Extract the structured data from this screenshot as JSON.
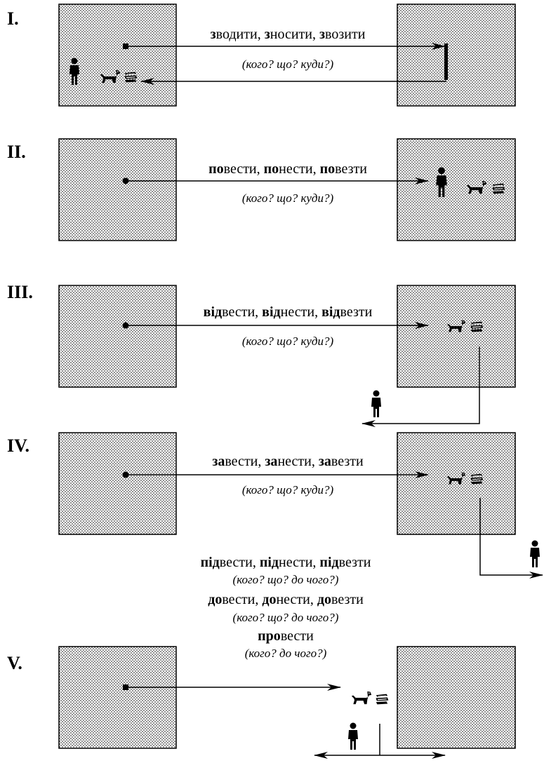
{
  "sections": [
    {
      "numeral": "I.",
      "verbs": [
        {
          "prefix": "з",
          "rest": "водити",
          "sep": ", "
        },
        {
          "prefix": "з",
          "rest": "носити",
          "sep": ", "
        },
        {
          "prefix": "з",
          "rest": "возити",
          "sep": ""
        }
      ],
      "question": "(кого? що? куди?)"
    },
    {
      "numeral": "II.",
      "verbs": [
        {
          "prefix": "по",
          "rest": "вести",
          "sep": ", "
        },
        {
          "prefix": "по",
          "rest": "нести",
          "sep": ", "
        },
        {
          "prefix": "по",
          "rest": "везти",
          "sep": ""
        }
      ],
      "question": "(кого? що? куди?)"
    },
    {
      "numeral": "III.",
      "verbs": [
        {
          "prefix": "від",
          "rest": "вести",
          "sep": ", "
        },
        {
          "prefix": "від",
          "rest": "нести",
          "sep": ", "
        },
        {
          "prefix": "від",
          "rest": "везти",
          "sep": ""
        }
      ],
      "question": "(кого? що? куди?)"
    },
    {
      "numeral": "IV.",
      "verbs": [
        {
          "prefix": "за",
          "rest": "вести",
          "sep": ", "
        },
        {
          "prefix": "за",
          "rest": "нести",
          "sep": ", "
        },
        {
          "prefix": "за",
          "rest": "везти",
          "sep": ""
        }
      ],
      "question": "(кого? що? куди?)"
    },
    {
      "numeral": "V.",
      "groups": [
        {
          "verbs": [
            {
              "prefix": "під",
              "rest": "вести",
              "sep": ", "
            },
            {
              "prefix": "під",
              "rest": "нести",
              "sep": ", "
            },
            {
              "prefix": "під",
              "rest": "везти",
              "sep": ""
            }
          ],
          "question": "(кого? що? до чого?)"
        },
        {
          "verbs": [
            {
              "prefix": "до",
              "rest": "вести",
              "sep": ", "
            },
            {
              "prefix": "до",
              "rest": "нести",
              "sep": ", "
            },
            {
              "prefix": "до",
              "rest": "везти",
              "sep": ""
            }
          ],
          "question": "(кого? що? до чого?)"
        },
        {
          "verbs": [
            {
              "prefix": "про",
              "rest": "вести",
              "sep": ""
            }
          ],
          "question": "(кого? до чого?)"
        }
      ]
    }
  ],
  "icons": [
    "person-icon",
    "dog-icon",
    "books-icon"
  ]
}
